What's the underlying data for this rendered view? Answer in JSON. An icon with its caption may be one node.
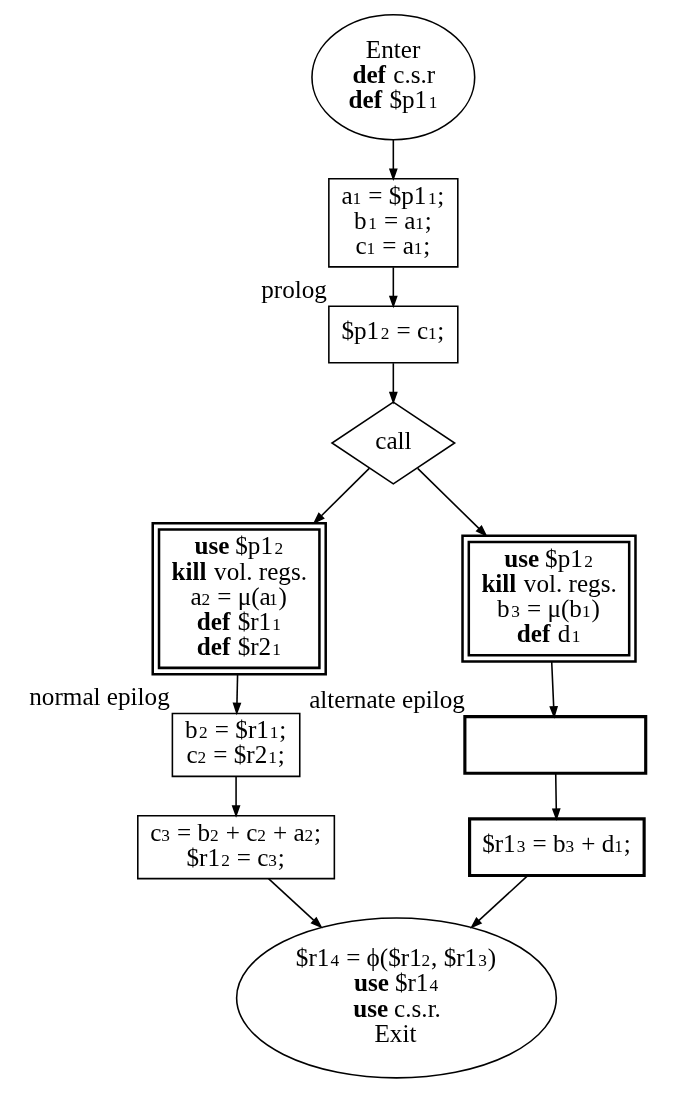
{
  "diagram": {
    "nodes": [
      {
        "text": [
          "Enter",
          "**def** c.s.r",
          "**def** $p1$_{1}$"
        ]
      },
      {
        "text": [
          "a$_{1}$ = $p1$_{1}$;",
          "b$_{1}$ = a$_{1}$;",
          "c$_{1}$ = a$_{1}$;"
        ]
      },
      {
        "text": [
          "$p1$_{2}$ = c$_{1}$;"
        ],
        "beside": [
          "prolog"
        ]
      },
      {
        "text": [
          "call"
        ]
      },
      {
        "text": [
          "**use** $p1$_{2}$",
          "**kill** vol. regs.",
          "a$_{2}$ = μ(a$_{1}$)",
          "**def** $r1$_{1}$",
          "**def** $r2$_{1}$"
        ]
      },
      {
        "text": [
          "**use** $p1$_{2}$",
          "**kill** vol. regs.",
          "b$_{3}$ = μ(b$_{1}$)",
          "**def** d$_{1}$"
        ]
      },
      {
        "text": [
          "b$_{2}$ = $r1$_{1}$;",
          "c$_{2}$ = $r2$_{1}$;"
        ],
        "beside": [
          "normal epilog"
        ]
      },
      {
        "text": [],
        "shape": "box",
        "beside": [
          "alternate epilog"
        ]
      },
      {
        "text": [
          "c$_{3}$ = b$_{2}$ + c$_{2}$ + a$_{2}$;",
          "$r1$_{2}$ = c$_{3}$;"
        ]
      },
      {
        "text": [
          "$r1$_{3}$ = b$_{3}$ + d$_{1}$;"
        ]
      },
      {
        "text": [
          "$r1$_{4}$ = ϕ($r1$_{2}$, $r1$_{3}$)",
          "**use** $r1$_{4}$",
          "**use** c.s.r.",
          "Exit"
        ]
      }
    ],
    "edges": [
      {
        "from": 0,
        "to": 1,
        "arrow": "to"
      },
      {
        "from": 1,
        "to": 2,
        "arrow": "to"
      },
      {
        "from": 2,
        "to": 3,
        "arrow": "to"
      },
      {
        "from": 3,
        "to": 4,
        "arrow": "to"
      },
      {
        "from": 3,
        "to": 5,
        "arrow": "to"
      },
      {
        "from": 4,
        "to": 6,
        "arrow": "to"
      },
      {
        "from": 5,
        "to": 7,
        "arrow": "to"
      },
      {
        "from": 6,
        "to": 8,
        "arrow": "to"
      },
      {
        "from": 7,
        "to": 9,
        "arrow": "to"
      },
      {
        "from": 8,
        "to": 10,
        "arrow": "to"
      },
      {
        "from": 9,
        "to": 10,
        "arrow": "to"
      }
    ]
  }
}
